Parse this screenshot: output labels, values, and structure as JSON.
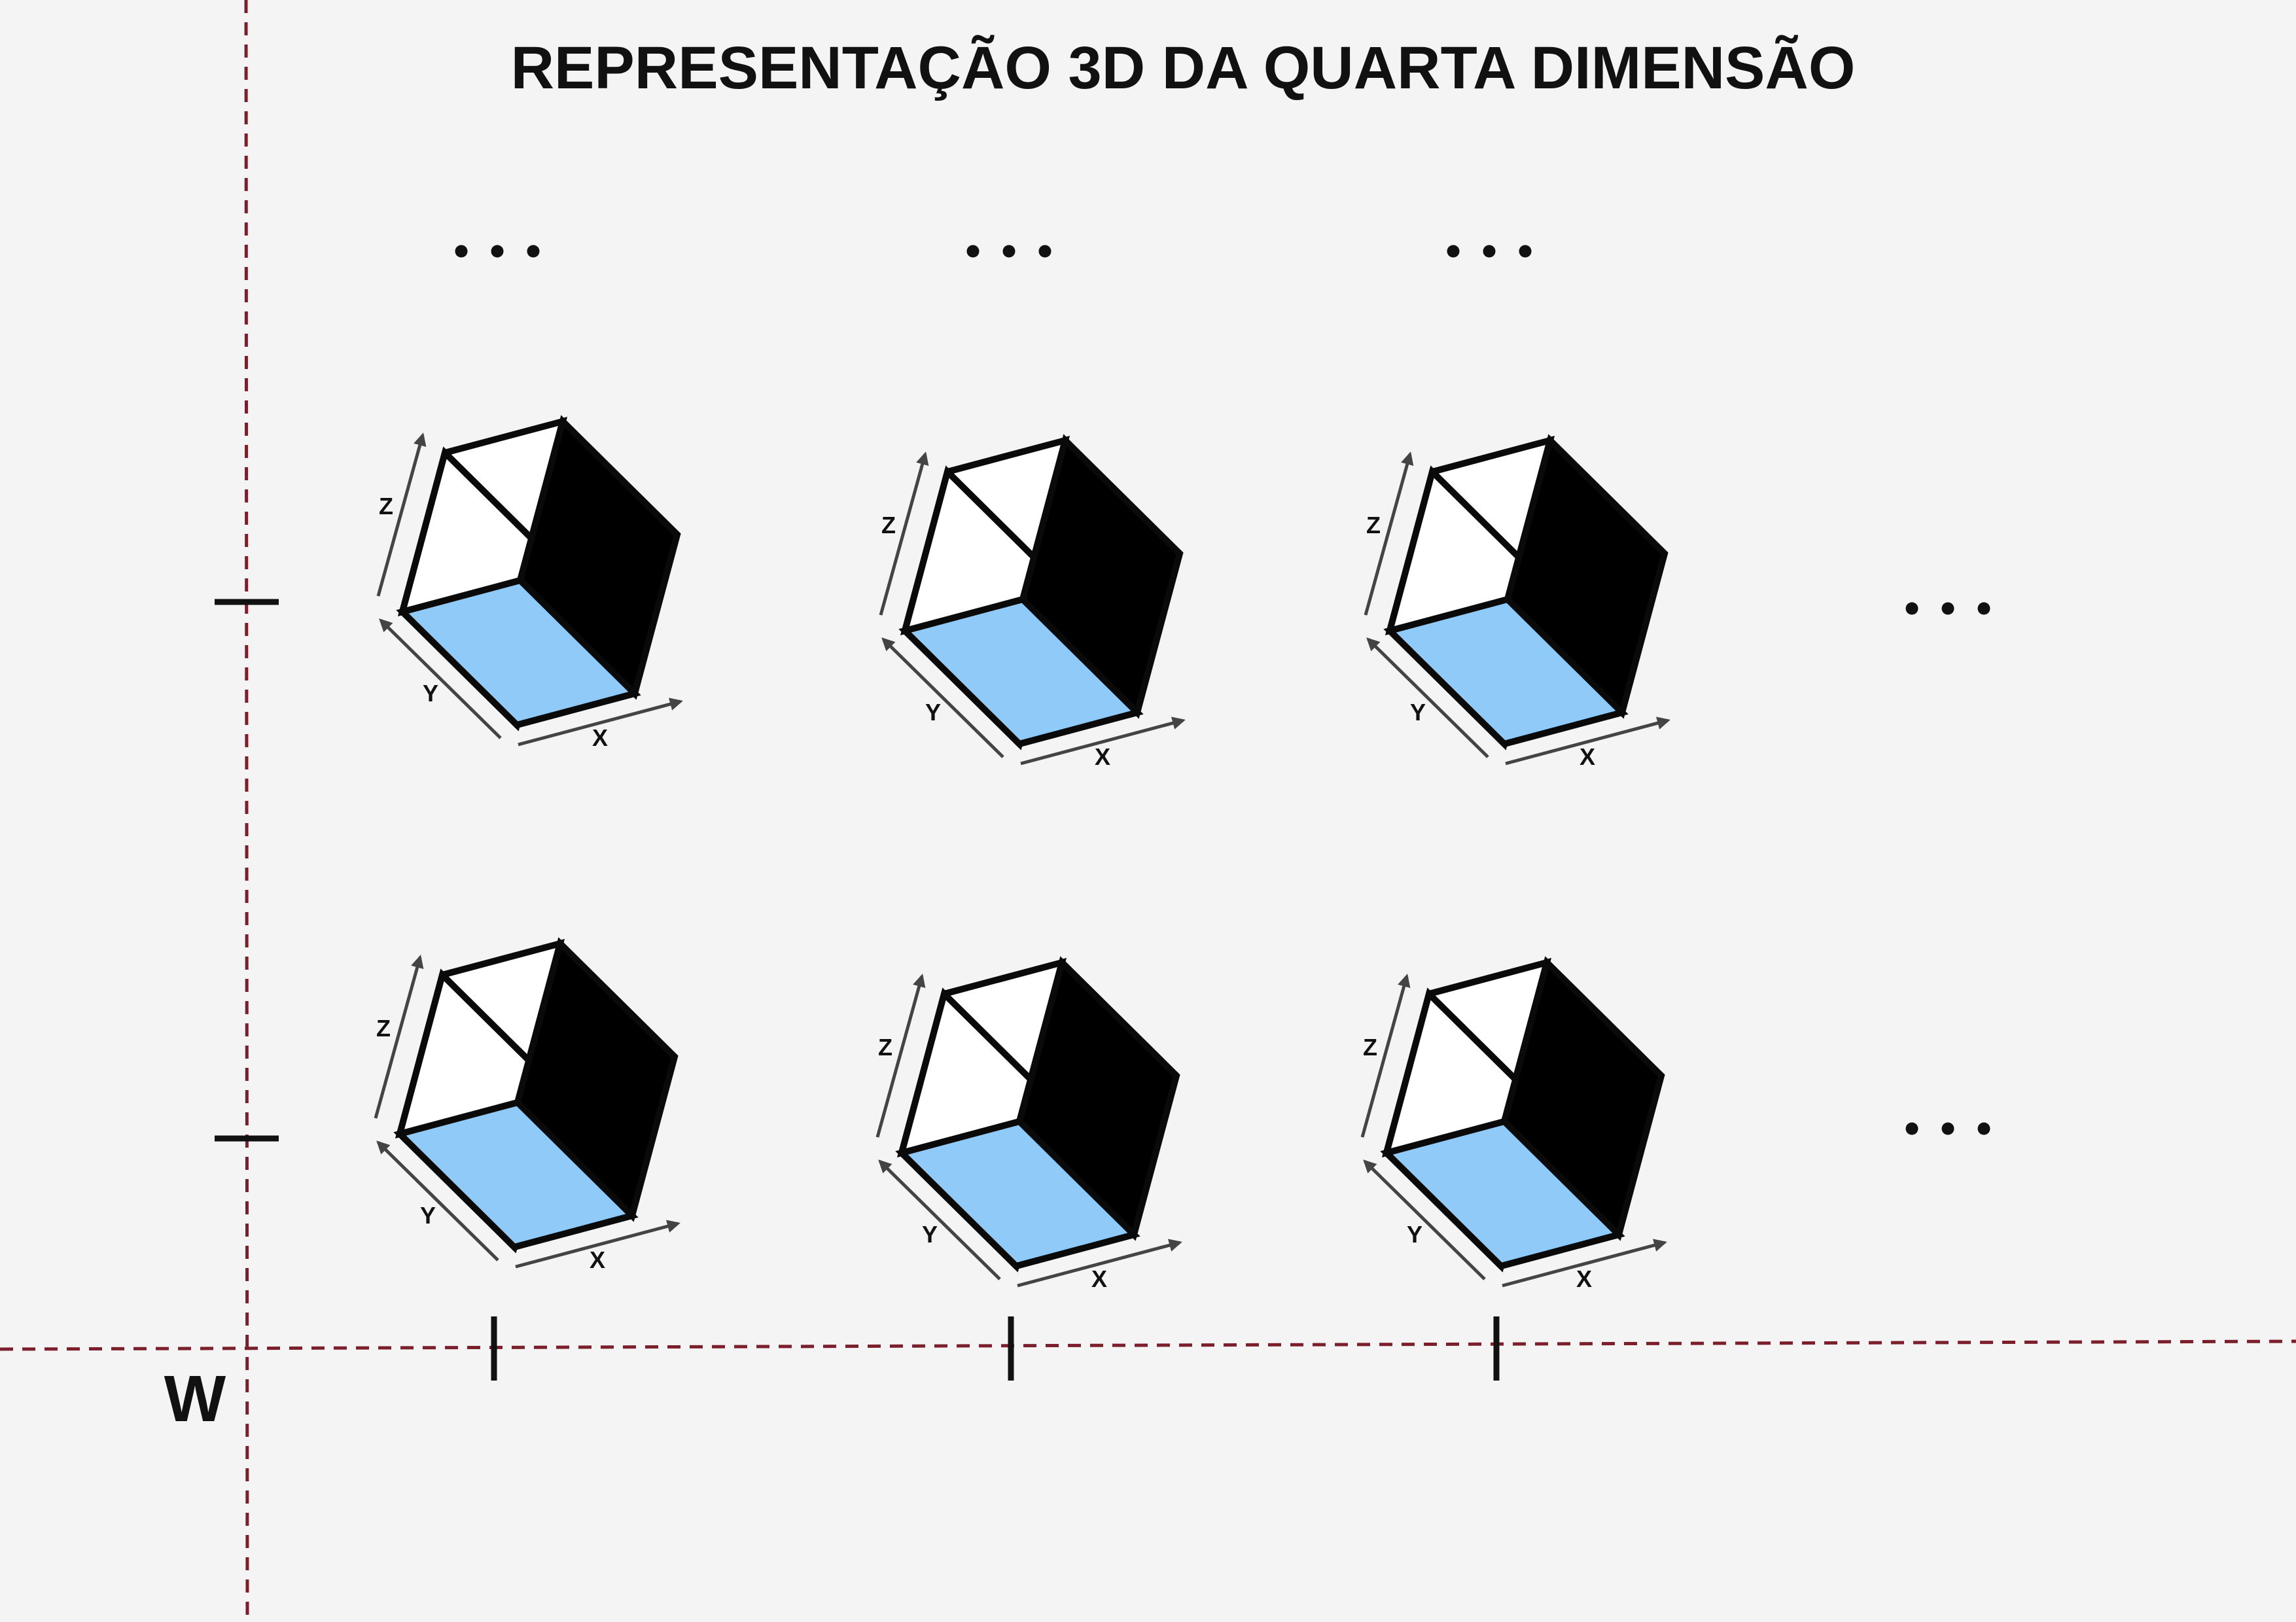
{
  "title": "REPRESENTAÇÃO 3D DA QUARTA DIMENSÃO",
  "axes": {
    "w": "W",
    "x": "X",
    "y": "Y",
    "z": "Z"
  },
  "colors": {
    "background": "#f4f4f4",
    "floor_face": "#90caf9",
    "side_face": "#000000",
    "back_wall": "#ffffff",
    "guide_line": "#7a1f2b",
    "axis_arrow": "#444444"
  },
  "grid": {
    "rows": 2,
    "columns": 3,
    "continues_up": true,
    "continues_right": true
  },
  "ellipsis_symbol": "…"
}
